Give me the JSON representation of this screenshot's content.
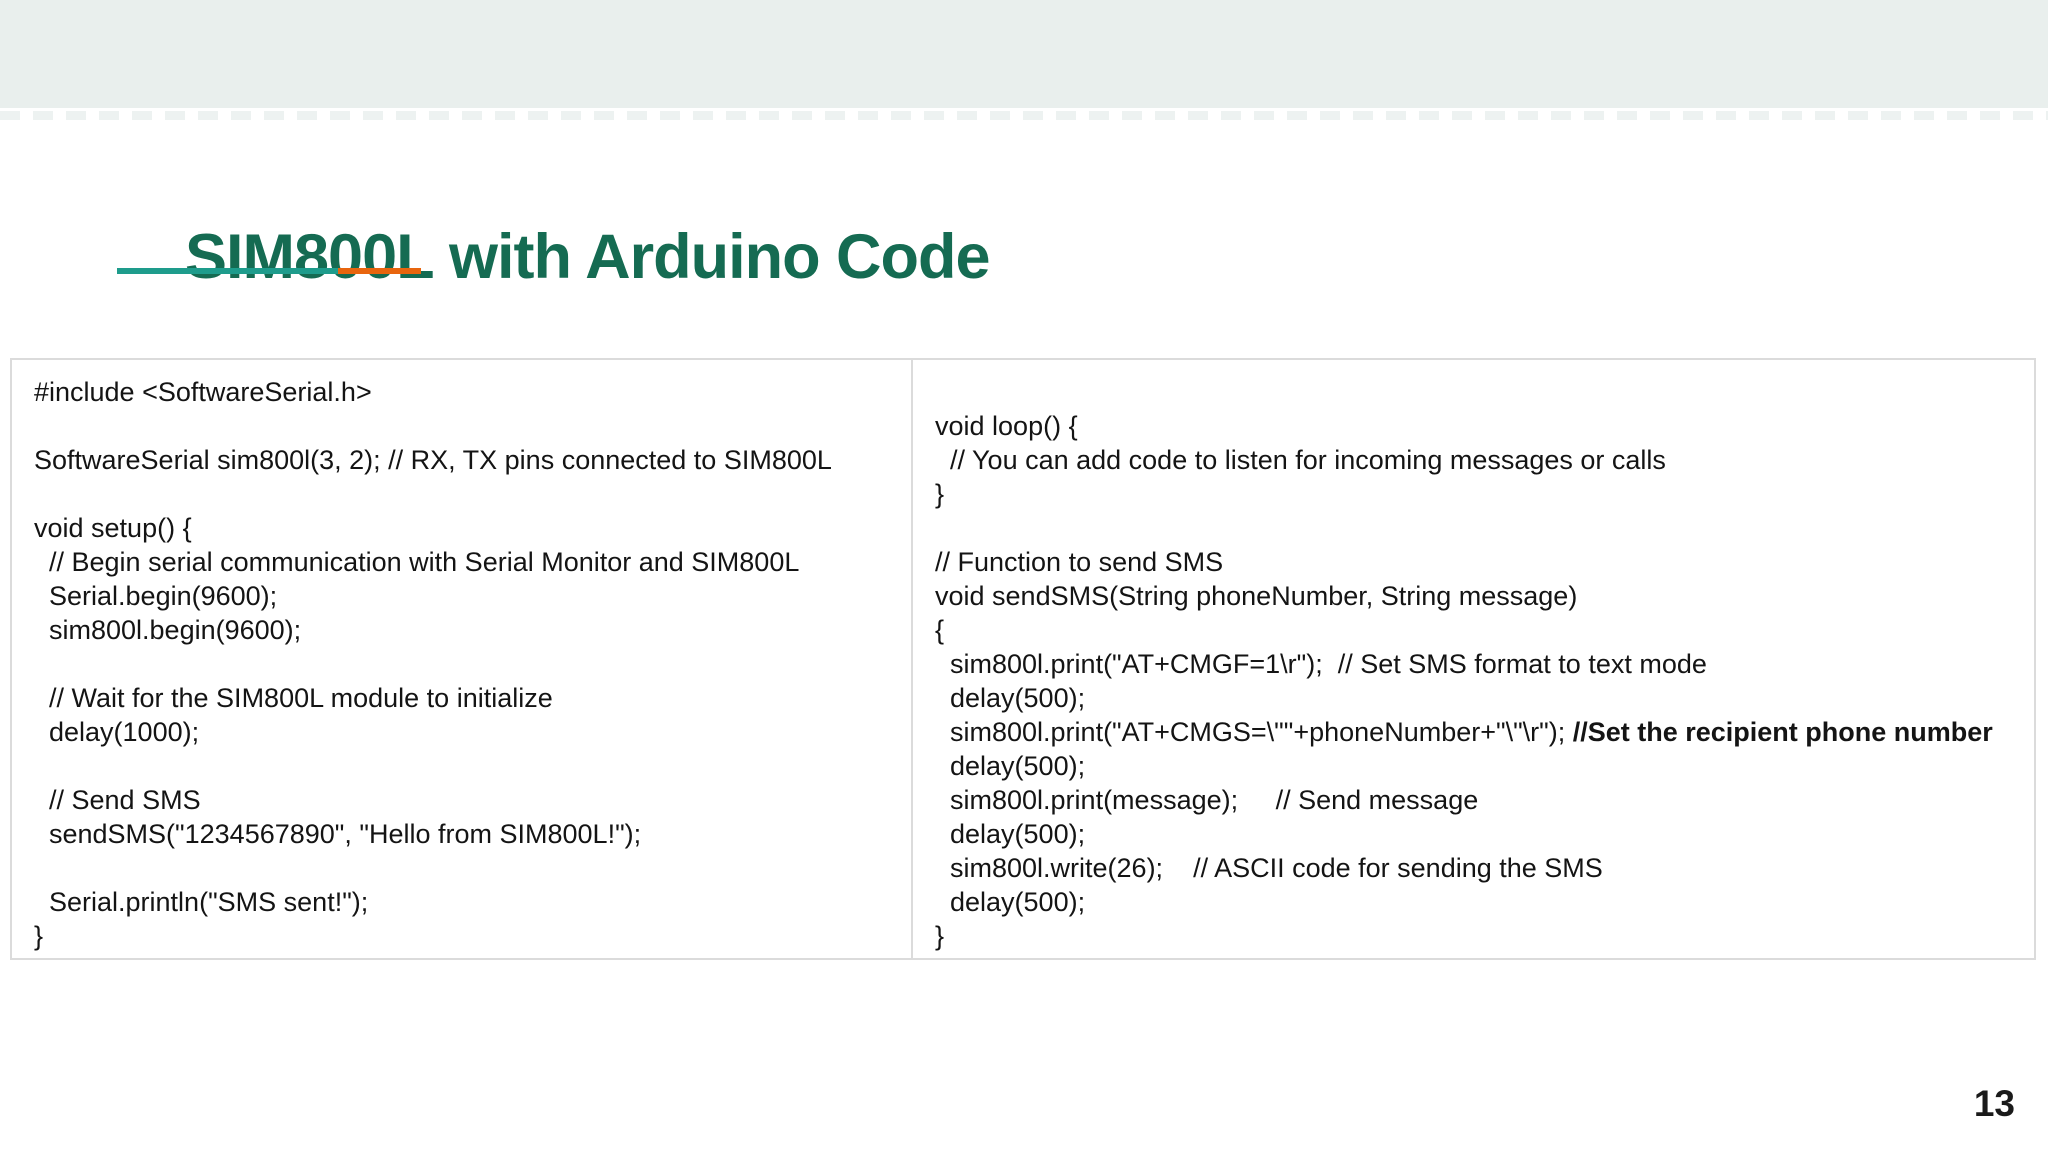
{
  "slide": {
    "title": "SIM800L with Arduino Code",
    "page_number": "13"
  },
  "colors": {
    "header_band": "#E9EFED",
    "title_green": "#156B52",
    "underline_teal": "#1E9C8C",
    "underline_orange": "#E8650E",
    "code_box_border": "#DBDBDB",
    "code_text": "#141414"
  },
  "code": {
    "left_lines": [
      "#include <SoftwareSerial.h>",
      "",
      "SoftwareSerial sim800l(3, 2); // RX, TX pins connected to SIM800L",
      "",
      "void setup() {",
      "  // Begin serial communication with Serial Monitor and SIM800L",
      "  Serial.begin(9600);",
      "  sim800l.begin(9600);",
      "",
      "  // Wait for the SIM800L module to initialize",
      "  delay(1000);",
      "",
      "  // Send SMS",
      "  sendSMS(\"1234567890\", \"Hello from SIM800L!\");",
      "",
      "  Serial.println(\"SMS sent!\");",
      "}"
    ],
    "right_lines": [
      "",
      "void loop() {",
      "  // You can add code to listen for incoming messages or calls",
      "}",
      "",
      "// Function to send SMS",
      "void sendSMS(String phoneNumber, String message)",
      "{",
      "  sim800l.print(\"AT+CMGF=1\\r\");  // Set SMS format to text mode",
      "  delay(500);",
      {
        "text": "  sim800l.print(\"AT+CMGS=\\\"\"+phoneNumber+\"\\\"\\r\"); ",
        "bold": "//Set the recipient phone number"
      },
      "  delay(500);",
      "  sim800l.print(message);     // Send message",
      "  delay(500);",
      "  sim800l.write(26);    // ASCII code for sending the SMS",
      "  delay(500);",
      "}"
    ]
  }
}
